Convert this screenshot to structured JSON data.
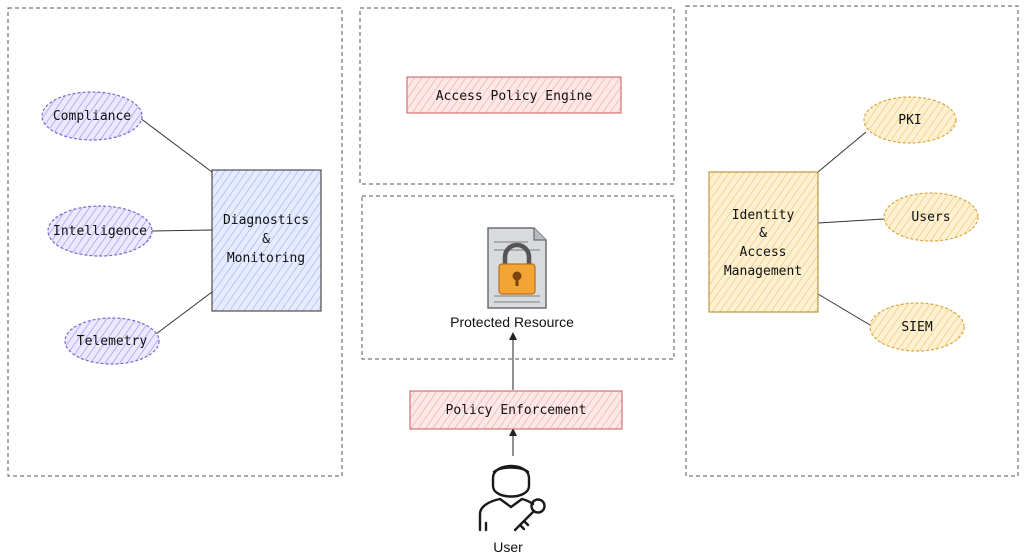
{
  "colors": {
    "purple_fill": "#e2dcfb",
    "purple_stroke": "#8a76e6",
    "blue_fill": "#dde3fb",
    "blue_stroke": "#2b2b2b",
    "pink_fill": "#fbdede",
    "pink_stroke": "#d46a6a",
    "yellow_fill": "#fcecc2",
    "yellow_stroke": "#e0b54f"
  },
  "left_panel": {
    "nodes": {
      "compliance": "Compliance",
      "intelligence": "Intelligence",
      "telemetry": "Telemetry"
    },
    "hub": [
      "Diagnostics",
      "&",
      "Monitoring"
    ]
  },
  "center": {
    "engine": "Access Policy Engine",
    "resource_label": "Protected Resource",
    "enforcement": "Policy Enforcement",
    "user_label": "User"
  },
  "right_panel": {
    "hub": [
      "Identity",
      "&",
      "Access",
      "Management"
    ],
    "nodes": {
      "pki": "PKI",
      "users": "Users",
      "siem": "SIEM"
    }
  },
  "icons": {
    "resource": "locked-document-icon",
    "user": "user-with-key-icon"
  }
}
